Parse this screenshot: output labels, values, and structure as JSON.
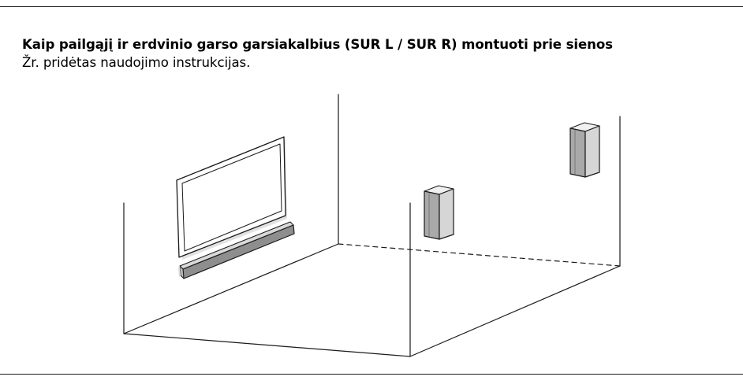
{
  "heading": "Kaip pailgąjį ir erdvinio garso garsiakalbius (SUR L / SUR R) montuoti prie sienos",
  "instruction": "Žr. pridėtas naudojimo instrukcijas.",
  "illustration": {
    "elements": [
      "tv",
      "soundbar",
      "surround-speaker-left",
      "surround-speaker-right",
      "room-corner"
    ],
    "colors": {
      "line": "#1a1a1a",
      "speaker_front": "#a9a9a9",
      "speaker_side": "#d6d6d6",
      "speaker_top": "#f0f0f0",
      "soundbar_front": "#8e8e8e"
    }
  }
}
